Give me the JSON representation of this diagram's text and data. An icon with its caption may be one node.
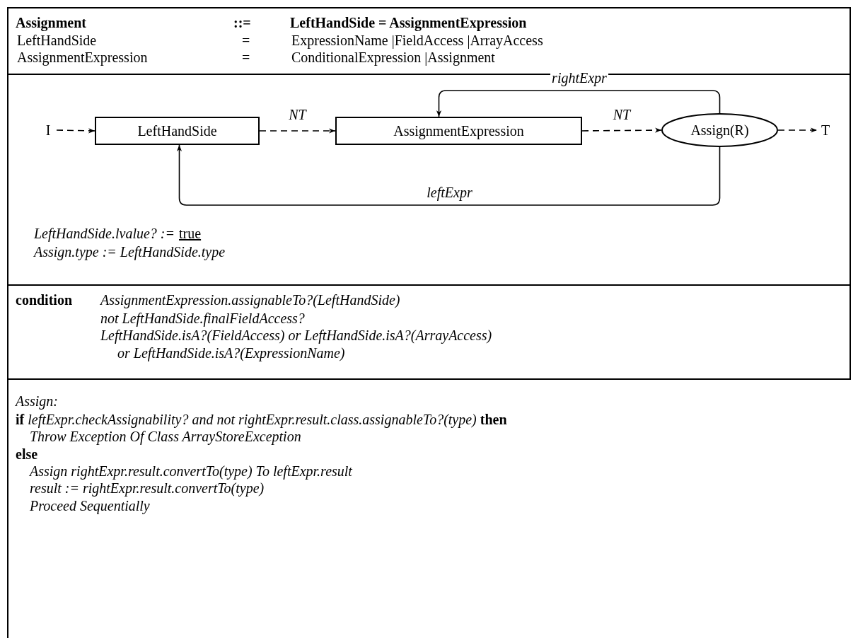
{
  "diagram": {
    "nodes": [
      {
        "text": [
          "I"
        ]
      },
      {
        "text": [
          "LeftHandSide"
        ]
      },
      {
        "text": [
          "AssignmentExpression"
        ]
      },
      {
        "text": [
          "Assign(R)"
        ]
      },
      {
        "text": [
          "T"
        ]
      }
    ],
    "edges": [
      {
        "from": 0,
        "to": 1,
        "arrow": "to",
        "style": "dashed"
      },
      {
        "from": 1,
        "to": 2,
        "arrow": "to",
        "style": "dashed",
        "label": "NT"
      },
      {
        "from": 2,
        "to": 3,
        "arrow": "to",
        "style": "dashed",
        "label": "NT"
      },
      {
        "from": 3,
        "to": 4,
        "arrow": "to",
        "style": "dashed"
      },
      {
        "from": 3,
        "to": 2,
        "arrow": "to",
        "label": "rightExpr"
      },
      {
        "from": 3,
        "to": 1,
        "arrow": "to",
        "label": "leftExpr"
      }
    ],
    "labels": [
      "Assignment",
      "::=",
      "LeftHandSide = AssignmentExpression",
      "LeftHandSide",
      "=",
      "ExpressionName |FieldAccess |ArrayAccess",
      "AssignmentExpression",
      "=",
      "ConditionalExpression |Assignment",
      "LeftHandSide.lvalue? :=",
      "true",
      "Assign.type := LeftHandSide.type",
      "condition",
      "AssignmentExpression.assignableTo?(LeftHandSide)",
      "not LeftHandSide.finalFieldAccess?",
      "LeftHandSide.isA?(FieldAccess) or LeftHandSide.isA?(ArrayAccess)",
      "or LeftHandSide.isA?(ExpressionName)",
      "Assign:",
      "**if** *leftExpr.checkAssignability? and not rightExpr.result.class.assignableTo?(type)* **then**",
      "Throw Exception Of Class ArrayStoreException",
      "else",
      "Assign rightExpr.result.convertTo(type) To leftExpr.result",
      "result := rightExpr.result.convertTo(type)",
      "Proceed Sequentially"
    ]
  }
}
